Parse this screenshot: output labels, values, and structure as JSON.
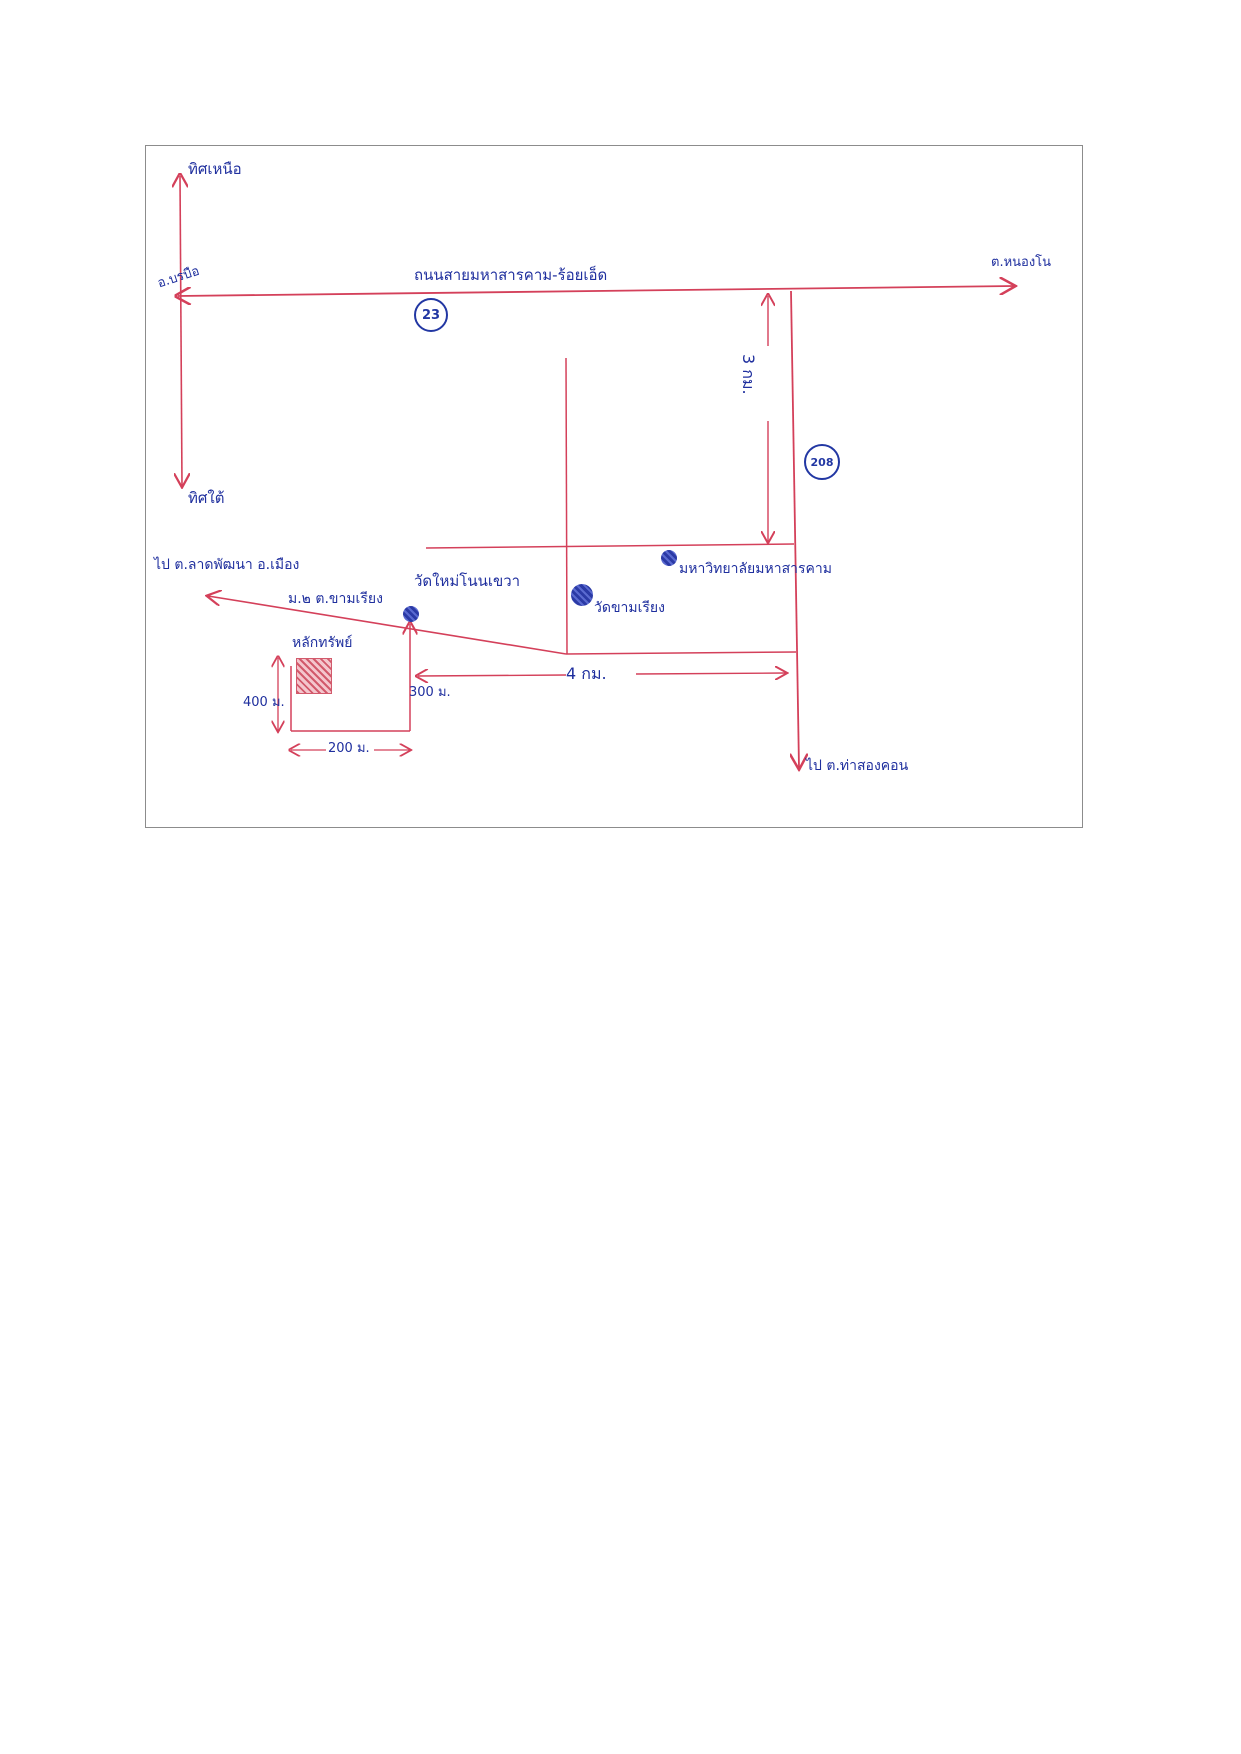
{
  "map": {
    "compass": {
      "north": "ทิศเหนือ",
      "south": "ทิศใต้"
    },
    "roads": {
      "main_road_label": "ถนนสายมหาสารคาม-ร้อยเอ็ด",
      "left_end_label": "อ.บรบือ",
      "right_end_label": "ต.หนองโน",
      "route_number_top": "23",
      "route_number_right": "208",
      "left_diag_label": "ไป ต.ลาดพัฒนา อ.เมือง",
      "bottom_label": "ไป ต.ท่าสองคอน"
    },
    "landmarks": {
      "village_label": "ม.๒ ต.ขามเรียง",
      "temple_1": "วัดใหม่โนนเขวา",
      "temple_2": "วัดขามเรียง",
      "university": "มหาวิทยาลัยมหาสารคาม",
      "site_label": "หลักทรัพย์"
    },
    "distances": {
      "vertical_3km": "3 กม.",
      "horizontal_4km": "4 กม.",
      "width_200m": "200 ม.",
      "height_300m": "300 ม.",
      "height_400m": "400 ม."
    },
    "colors": {
      "red_ink": "#d4405a",
      "blue_ink": "#2b3aa6"
    }
  }
}
